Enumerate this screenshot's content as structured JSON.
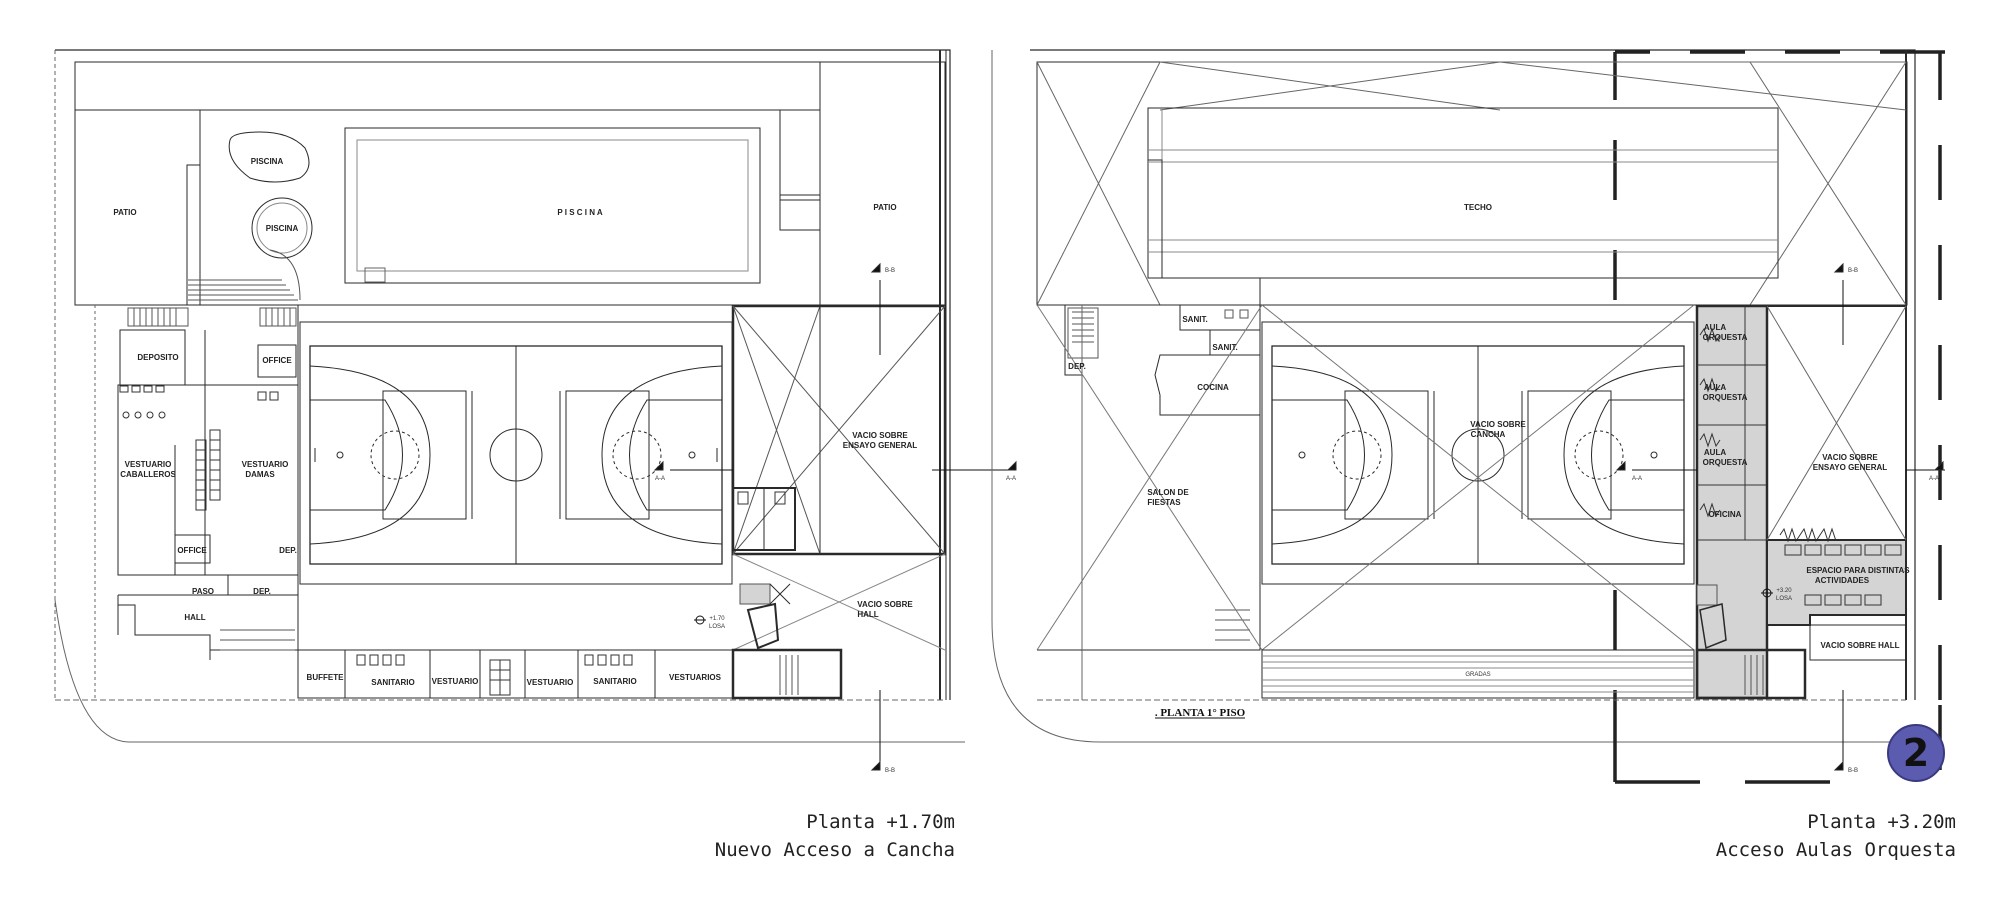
{
  "plan_left": {
    "caption_level": "Planta +1.70m",
    "caption_name": "Nuevo Acceso a Cancha",
    "rooms": {
      "patio_left": "PATIO",
      "piscina_small_1": "PISCINA",
      "piscina_small_2": "PISCINA",
      "piscina_main": "P I S C I N A",
      "patio_right": "PATIO",
      "deposito": "DEPOSITO",
      "office_top": "OFFICE",
      "vestuario_caballeros_1": "VESTUARIO",
      "vestuario_caballeros_2": "CABALLEROS",
      "vestuario_damas_1": "VESTUARIO",
      "vestuario_damas_2": "DAMAS",
      "office_bottom": "OFFICE",
      "dep_1": "DEP.",
      "paso": "PASO",
      "dep_2": "DEP.",
      "hall": "HALL",
      "buffete": "BUFFETE",
      "sanitario_1": "SANITARIO",
      "vestuario_1": "VESTUARIO",
      "vestuario_2": "VESTUARIO",
      "sanitario_2": "SANITARIO",
      "vestuarios": "VESTUARIOS",
      "vacio_ensayo_1": "VACIO SOBRE",
      "vacio_ensayo_2": "ENSAYO GENERAL",
      "vacio_hall_1": "VACIO SOBRE",
      "vacio_hall_2": "HALL",
      "level_mark": "+1.70",
      "level_sub": "LOSA",
      "section_aa_1": "A-A",
      "section_aa_2": "A-A",
      "section_bb_1": "B-B",
      "section_bb_2": "B-B"
    }
  },
  "plan_right": {
    "caption_level": "Planta +3.20m",
    "caption_name": "Acceso Aulas Orquesta",
    "floor_title": ". PLANTA 1° PISO",
    "badge_number": "2",
    "rooms": {
      "techo": "TECHO",
      "sanit_1": "SANIT.",
      "sanit_2": "SANIT.",
      "dep": "DEP.",
      "cocina": "COCINA",
      "salon_1": "SALON DE",
      "salon_2": "FIESTAS",
      "vacio_cancha_1": "VACIO SOBRE",
      "vacio_cancha_2": "CANCHA",
      "aula_1a": "AULA",
      "aula_1b": "ORQUESTA",
      "aula_2a": "AULA",
      "aula_2b": "ORQUESTA",
      "aula_3a": "AULA",
      "aula_3b": "ORQUESTA",
      "oficina": "OFICINA",
      "vacio_ensayo_1": "VACIO SOBRE",
      "vacio_ensayo_2": "ENSAYO GENERAL",
      "espacio_1": "ESPACIO PARA DISTINTAS",
      "espacio_2": "ACTIVIDADES",
      "level_mark": "+3.20",
      "level_sub": "LOSA",
      "vacio_hall": "VACIO SOBRE HALL",
      "gradas": "GRADAS",
      "section_aa_1": "A-A",
      "section_aa_2": "A-A",
      "section_bb_1": "B-B",
      "section_bb_2": "B-B"
    }
  },
  "colors": {
    "line": "#2a2a2a",
    "light_line": "#8a8a8a",
    "highlight_fill": "#d4d4d4",
    "badge_fill": "#5b5bb0"
  }
}
